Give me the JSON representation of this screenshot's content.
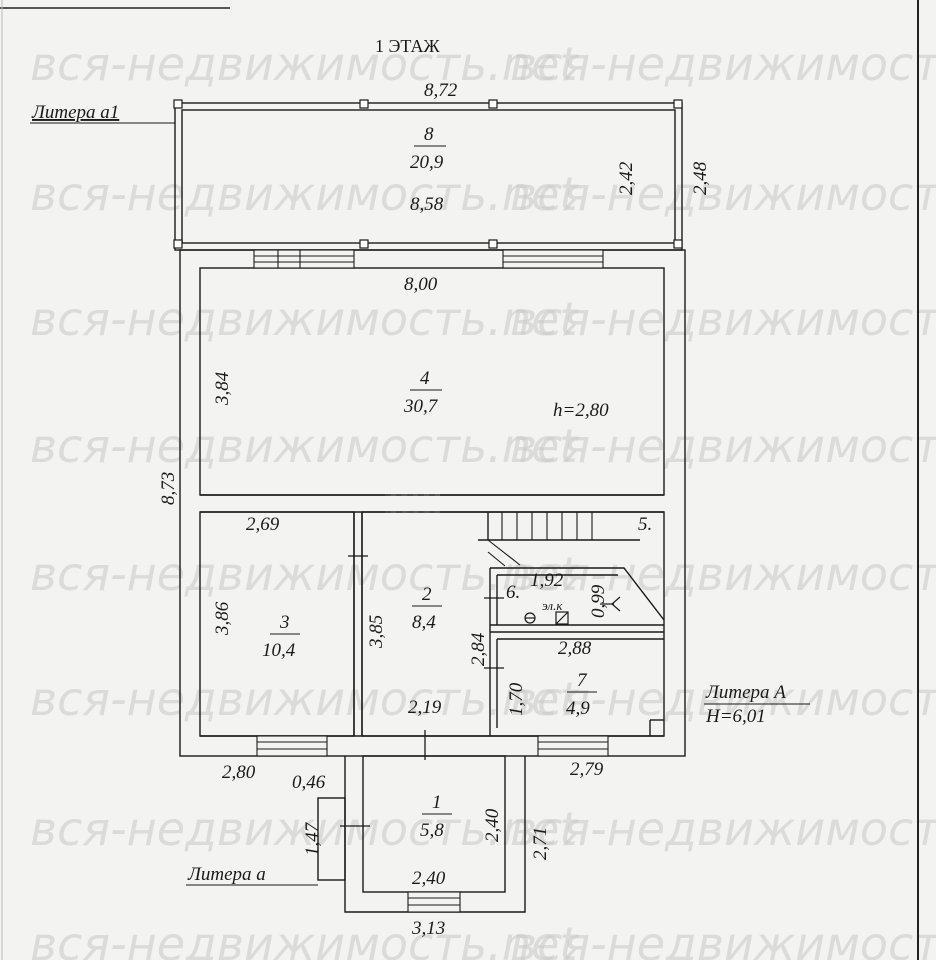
{
  "title": "1 ЭТАЖ",
  "watermark": "вся-недвижимость.net",
  "labels": {
    "litera_a1": "Литера а1",
    "litera_A": "Литера А",
    "litera_A_height": "H=6,01",
    "litera_a": "Литера а",
    "ceiling_height": "h=2,80",
    "electric_box": "эл.к"
  },
  "rooms": [
    {
      "number": "8",
      "area": "20,9"
    },
    {
      "number": "4",
      "area": "30,7"
    },
    {
      "number": "3",
      "area": "10,4"
    },
    {
      "number": "2",
      "area": "8,4"
    },
    {
      "number": "7",
      "area": "4,9"
    },
    {
      "number": "1",
      "area": "5,8"
    }
  ],
  "markers": {
    "room5": "5.",
    "room6": "6."
  },
  "dimensions": {
    "d872": "8,72",
    "d858": "8,58",
    "d242": "2,42",
    "d248": "2,48",
    "d800": "8,00",
    "d384": "3,84",
    "d873": "8,73",
    "d269": "2,69",
    "d386": "3,86",
    "d385": "3,85",
    "d192": "1,92",
    "d099": "0,99",
    "d284": "2,84",
    "d288": "2,88",
    "d170": "1,70",
    "d219": "2,19",
    "d280": "2,80",
    "d279": "2,79",
    "d046": "0,46",
    "d147": "1,47",
    "d240a": "2,40",
    "d240b": "2,40",
    "d271": "2,71",
    "d313": "3,13"
  }
}
